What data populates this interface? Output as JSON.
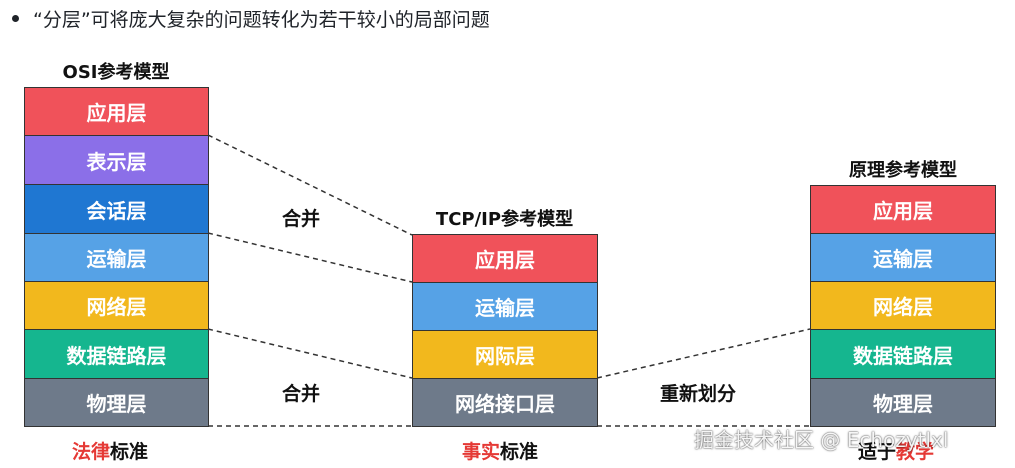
{
  "bullet": "“分层”可将庞大复杂的问题转化为若干较小的局部问题",
  "osi": {
    "title": "OSI参考模型",
    "layers": [
      "应用层",
      "表示层",
      "会话层",
      "运输层",
      "网络层",
      "数据链路层",
      "物理层"
    ],
    "footer_red": "法律",
    "footer_black": "标准"
  },
  "tcpip": {
    "title": "TCP/IP参考模型",
    "layers": [
      "应用层",
      "运输层",
      "网际层",
      "网络接口层"
    ],
    "footer_red": "事实",
    "footer_black": "标准"
  },
  "principle": {
    "title": "原理参考模型",
    "layers": [
      "应用层",
      "运输层",
      "网络层",
      "数据链路层",
      "物理层"
    ],
    "footer_black": "适于",
    "footer_red": "教学"
  },
  "merge_top": "合并",
  "merge_bottom": "合并",
  "redivide": "重新划分",
  "watermark": "掘金技术社区 @ Echozytlxl",
  "colors": {
    "application": "#f0525a",
    "presentation": "#8b6fe8",
    "session": "#1f77d2",
    "transport": "#56a2e6",
    "network": "#f2b81d",
    "datalink": "#15b68f",
    "physical": "#6e7a8a",
    "footer_red": "#e53935"
  }
}
